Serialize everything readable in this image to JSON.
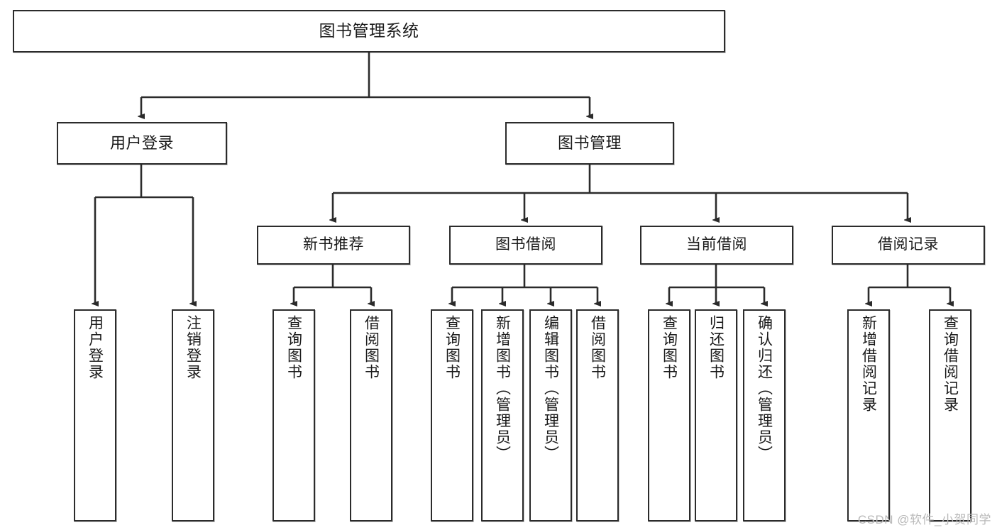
{
  "diagram": {
    "title": "图书管理系统",
    "type": "tree-hierarchy-diagram",
    "watermark": "CSDN @软件_小贺同学",
    "accent_border": "#2b2b2b",
    "node_fill": "#ffffff",
    "text_color": "#1a1a1a"
  },
  "nodes": {
    "root": {
      "label": "图书管理系统"
    },
    "level2": [
      {
        "label": "用户登录"
      },
      {
        "label": "图书管理"
      }
    ],
    "level3": [
      {
        "label": "新书推荐"
      },
      {
        "label": "图书借阅"
      },
      {
        "label": "当前借阅"
      },
      {
        "label": "借阅记录"
      }
    ],
    "leaves": {
      "user_login": [
        {
          "label": "用户登录"
        },
        {
          "label": "注销登录"
        }
      ],
      "new_book_recommend": [
        {
          "label": "查询图书"
        },
        {
          "label": "借阅图书"
        }
      ],
      "book_borrow": [
        {
          "label": "查询图书"
        },
        {
          "label": "新增图书（管理员）"
        },
        {
          "label": "编辑图书（管理员）"
        },
        {
          "label": "借阅图书"
        }
      ],
      "current_borrow": [
        {
          "label": "查询图书"
        },
        {
          "label": "归还图书"
        },
        {
          "label": "确认归还（管理员）"
        }
      ],
      "borrow_record": [
        {
          "label": "新增借阅记录"
        },
        {
          "label": "查询借阅记录"
        }
      ]
    }
  }
}
